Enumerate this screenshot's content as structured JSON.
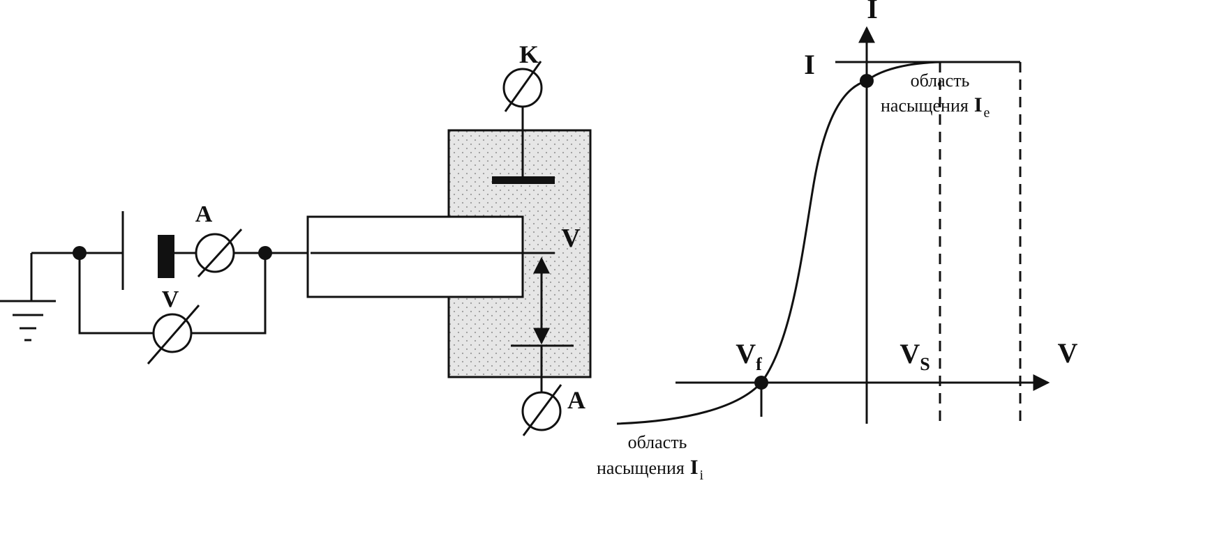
{
  "circuit": {
    "ammeter_label": "A",
    "voltmeter_label": "V",
    "cathode_label": "K",
    "probe_voltage_label": "V",
    "anode_ammeter_label": "A"
  },
  "iv_curve": {
    "y_axis_label": "I",
    "x_axis_label": "V",
    "current_marker_label": "I",
    "floating_potential_label": "V",
    "floating_potential_sub": "f",
    "plasma_potential_label": "V",
    "plasma_potential_sub": "S",
    "electron_saturation_line1": "область",
    "electron_saturation_line2": "насыщения",
    "electron_saturation_symbol": "I",
    "electron_saturation_sub": "e",
    "ion_saturation_line1": "область",
    "ion_saturation_line2": "насыщения",
    "ion_saturation_symbol": "I",
    "ion_saturation_sub": "i"
  }
}
